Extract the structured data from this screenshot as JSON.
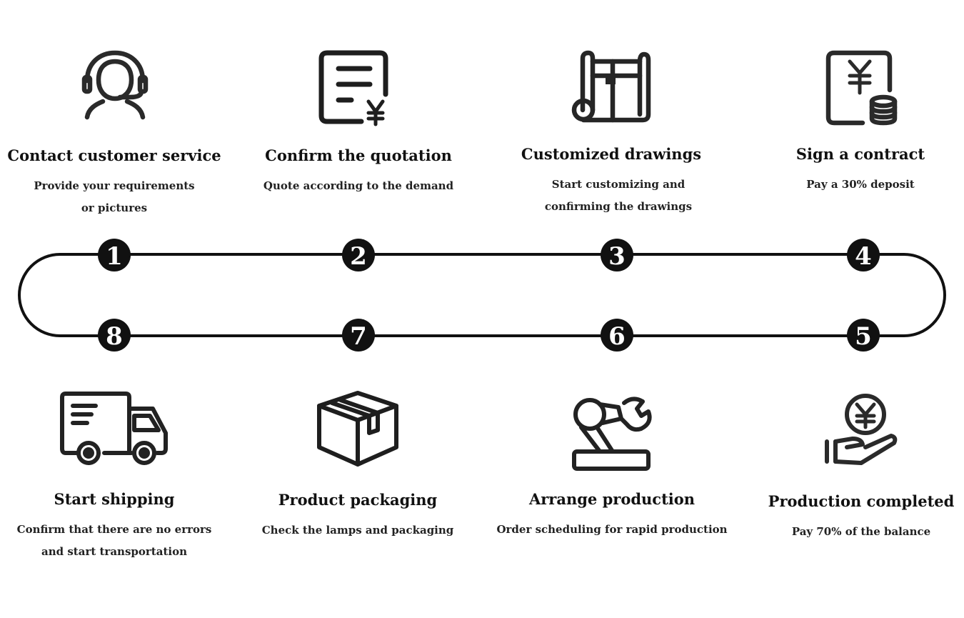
{
  "steps": [
    {
      "number": "1",
      "title": "Contact customer service",
      "desc": [
        "Provide your requirements",
        "or pictures"
      ],
      "icon": "customer-service-headset-icon"
    },
    {
      "number": "2",
      "title": "Confirm the quotation",
      "desc": [
        "Quote according to the demand"
      ],
      "icon": "quotation-document-yen-icon"
    },
    {
      "number": "3",
      "title": "Customized drawings",
      "desc": [
        "Start customizing and",
        "confirming the drawings"
      ],
      "icon": "blueprint-scroll-icon"
    },
    {
      "number": "4",
      "title": "Sign a contract",
      "desc": [
        "Pay a 30% deposit"
      ],
      "icon": "contract-yen-coins-icon"
    },
    {
      "number": "5",
      "title": "Production completed",
      "desc": [
        "Pay 70% of the balance"
      ],
      "icon": "hand-yen-coin-icon"
    },
    {
      "number": "6",
      "title": "Arrange production",
      "desc": [
        "Order scheduling for rapid production"
      ],
      "icon": "robot-arm-wrench-icon"
    },
    {
      "number": "7",
      "title": "Product packaging",
      "desc": [
        "Check the lamps and packaging"
      ],
      "icon": "package-box-icon"
    },
    {
      "number": "8",
      "title": "Start shipping",
      "desc": [
        "Confirm that there are no errors",
        "and start transportation"
      ],
      "icon": "delivery-truck-icon"
    }
  ],
  "colors": {
    "line": "#111111",
    "badge": "#111111",
    "badge_text": "#ffffff"
  }
}
